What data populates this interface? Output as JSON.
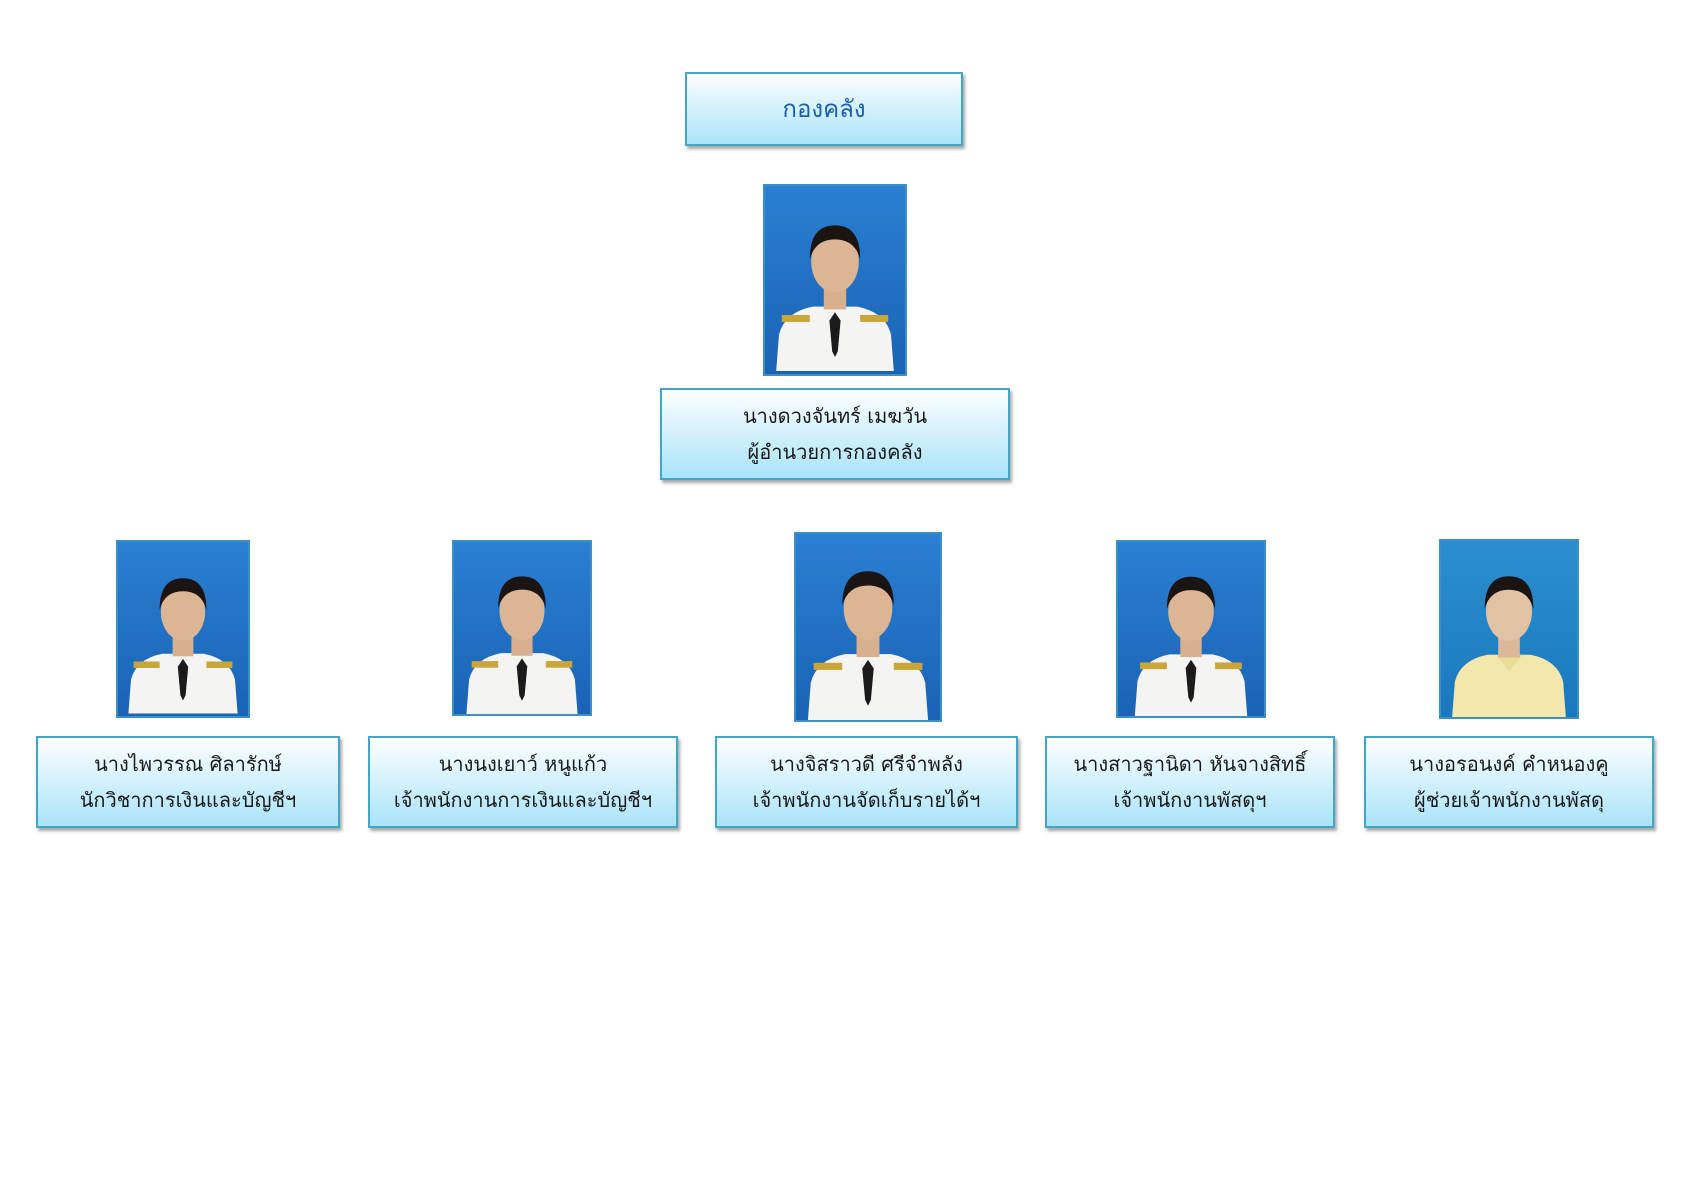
{
  "department": {
    "title": "กองคลัง"
  },
  "director": {
    "name": "นางดวงจันทร์  เมฆวัน",
    "position": "ผู้อำนวยการกองคลัง",
    "photo_icon": "person-portrait-icon"
  },
  "staff": [
    {
      "name": "นางไพวรรณ  ศิลารักษ์",
      "position": "นักวิชาการเงินและบัญชีฯ",
      "photo_icon": "person-portrait-icon"
    },
    {
      "name": "นางนงเยาว์  หนูแก้ว",
      "position": "เจ้าพนักงานการเงินและบัญชีฯ",
      "photo_icon": "person-portrait-icon"
    },
    {
      "name": "นางจิสราวดี  ศรีจำพลัง",
      "position": "เจ้าพนักงานจัดเก็บรายได้ฯ",
      "photo_icon": "person-portrait-icon"
    },
    {
      "name": "นางสาวฐานิดา   หันจางสิทธิ์",
      "position": "เจ้าพนักงานพัสดุฯ",
      "photo_icon": "person-portrait-icon"
    },
    {
      "name": "นางอรอนงค์  คำหนองคู",
      "position": "ผู้ช่วยเจ้าพนักงานพัสดุ",
      "photo_icon": "person-portrait-icon"
    }
  ],
  "colors": {
    "box_border": "#41a6c9",
    "box_fill_top": "#ffffff",
    "box_fill_bottom": "#a9e4f9",
    "title_text": "#1b5fae",
    "photo_background": "#1f6fc3"
  }
}
